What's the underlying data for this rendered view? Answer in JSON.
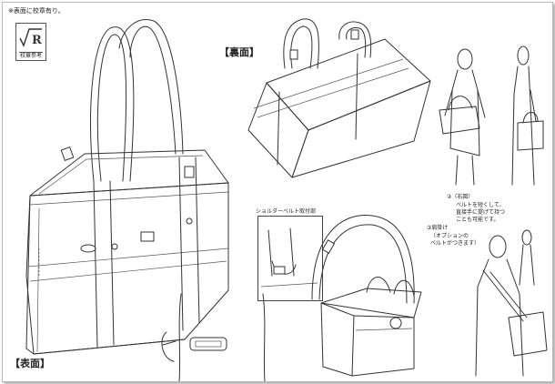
{
  "header_note": "※表面に校章有り。",
  "emblem": {
    "mark": "√R",
    "caption": "校章参考"
  },
  "labels": {
    "back": "【裏面】",
    "front": "【表面】"
  },
  "shoulder_belt": {
    "caption": "ショルダーベルト取付部"
  },
  "notes": {
    "two_title": "②（右図）",
    "two_lines": [
      "ベルトを短くして、",
      "直接手に提げて持つ",
      "ことも可能です。"
    ],
    "three_title": "③肩掛け",
    "three_lines": [
      "（オプションの",
      "ベルトがつきます）"
    ]
  }
}
